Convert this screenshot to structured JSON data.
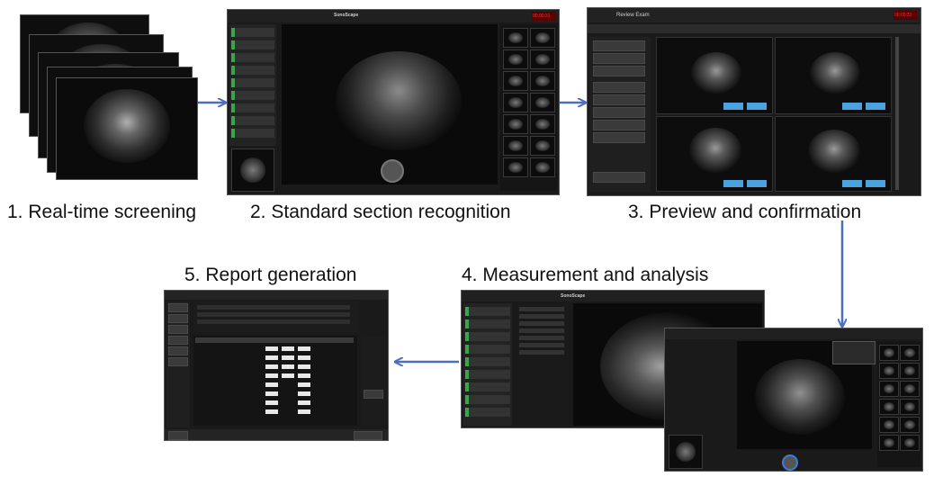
{
  "steps": [
    {
      "label": "1. Real-time screening"
    },
    {
      "label": "2. Standard section recognition"
    },
    {
      "label": "3. Preview and confirmation"
    },
    {
      "label": "4. Measurement and analysis"
    },
    {
      "label": "5. Report generation"
    }
  ],
  "screen_text": {
    "brand": "SonoScape",
    "review_title": "Review Exam",
    "timer": "00:00:31"
  },
  "colors": {
    "arrow": "#4a6fbf",
    "menu_accent": "#3aa64a",
    "confirm_button": "#4aa3df",
    "screen_bg": "#1a1a1a"
  }
}
